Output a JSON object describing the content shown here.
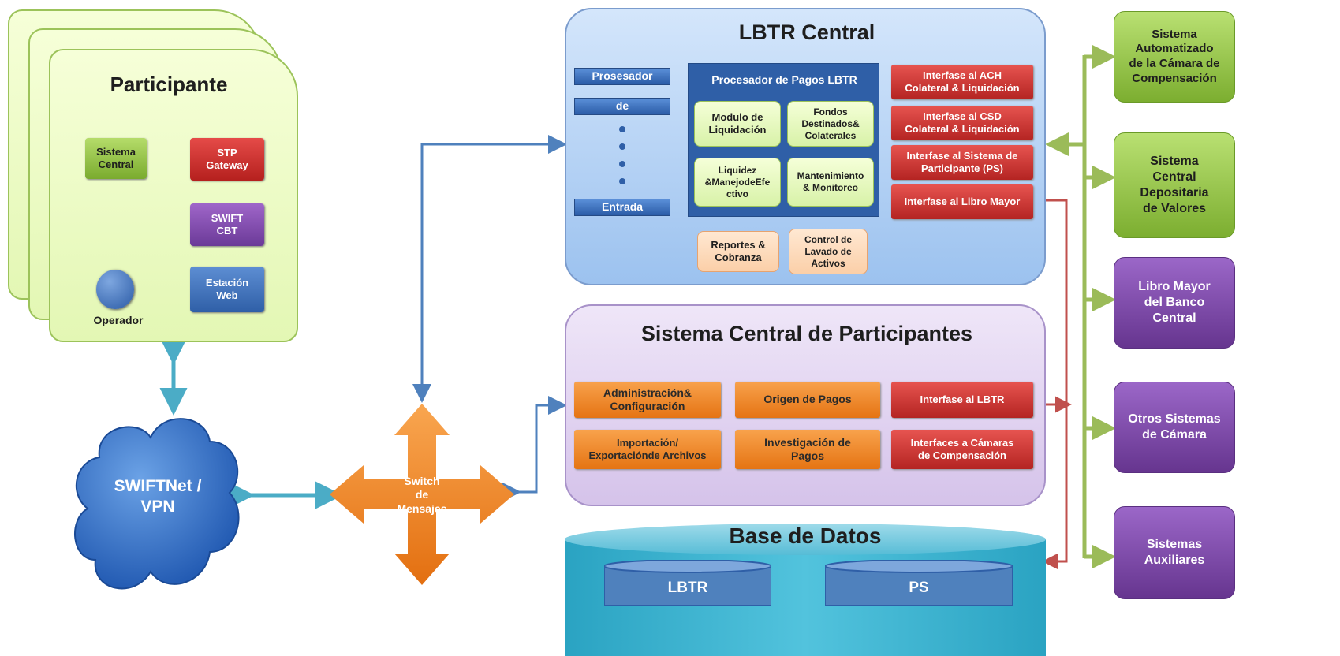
{
  "participante": {
    "title": "Participante",
    "sistema_central": "Sistema\nCentral",
    "stp_gateway": "STP\nGateway",
    "swift_cbt": "SWIFT\nCBT",
    "estacion_web": "Estación\nWeb",
    "operador": "Operador"
  },
  "swiftnet": {
    "label": "SWIFTNet /\nVPN"
  },
  "switch": {
    "label": "Switch\nde\nMensajes"
  },
  "lbtr": {
    "title": "LBTR Central",
    "prosesador": "Prosesador",
    "de": "de",
    "entrada": "Entrada",
    "procesador_title": "Procesador de Pagos LBTR",
    "modulo": "Modulo de\nLiquidación",
    "fondos": "Fondos\nDestinados&\nColaterales",
    "liquidez": "Liquidez\n&ManejodeEfe\nctivo",
    "mantenimiento": "Mantenimiento\n& Monitoreo",
    "reportes": "Reportes &\nCobranza",
    "control": "Control de\nLavado de\nActivos",
    "interfase_ach": "Interfase al ACH\nColateral & Liquidación",
    "interfase_csd": "Interfase al  CSD\nColateral & Liquidación",
    "interfase_ps": "Interfase al Sistema de\nParticipante (PS)",
    "interfase_libro": "Interfase al Libro Mayor"
  },
  "scp": {
    "title": "Sistema Central de Participantes",
    "admin": "Administración&\nConfiguración",
    "origen": "Origen de Pagos",
    "interfase_lbtr": "Interfase al LBTR",
    "importacion": "Importación/\nExportaciónde Archivos",
    "investigacion": "Investigación de\nPagos",
    "interfaces_camaras": "Interfaces a Cámaras\nde Compensación"
  },
  "base_datos": {
    "title": "Base de Datos",
    "lbtr": "LBTR",
    "ps": "PS"
  },
  "right": {
    "r1": "Sistema\nAutomatizado\nde la Cámara de\nCompensación",
    "r2": "Sistema\nCentral\nDepositaria\nde Valores",
    "r3": "Libro Mayor\ndel Banco\nCentral",
    "r4": "Otros Sistemas\nde Cámara",
    "r5": "Sistemas\nAuxiliares"
  },
  "colors": {
    "arrow_blue": "#4f81bd",
    "arrow_teal": "#4bacc6",
    "arrow_green": "#9bbb59",
    "arrow_red": "#c0504d"
  }
}
